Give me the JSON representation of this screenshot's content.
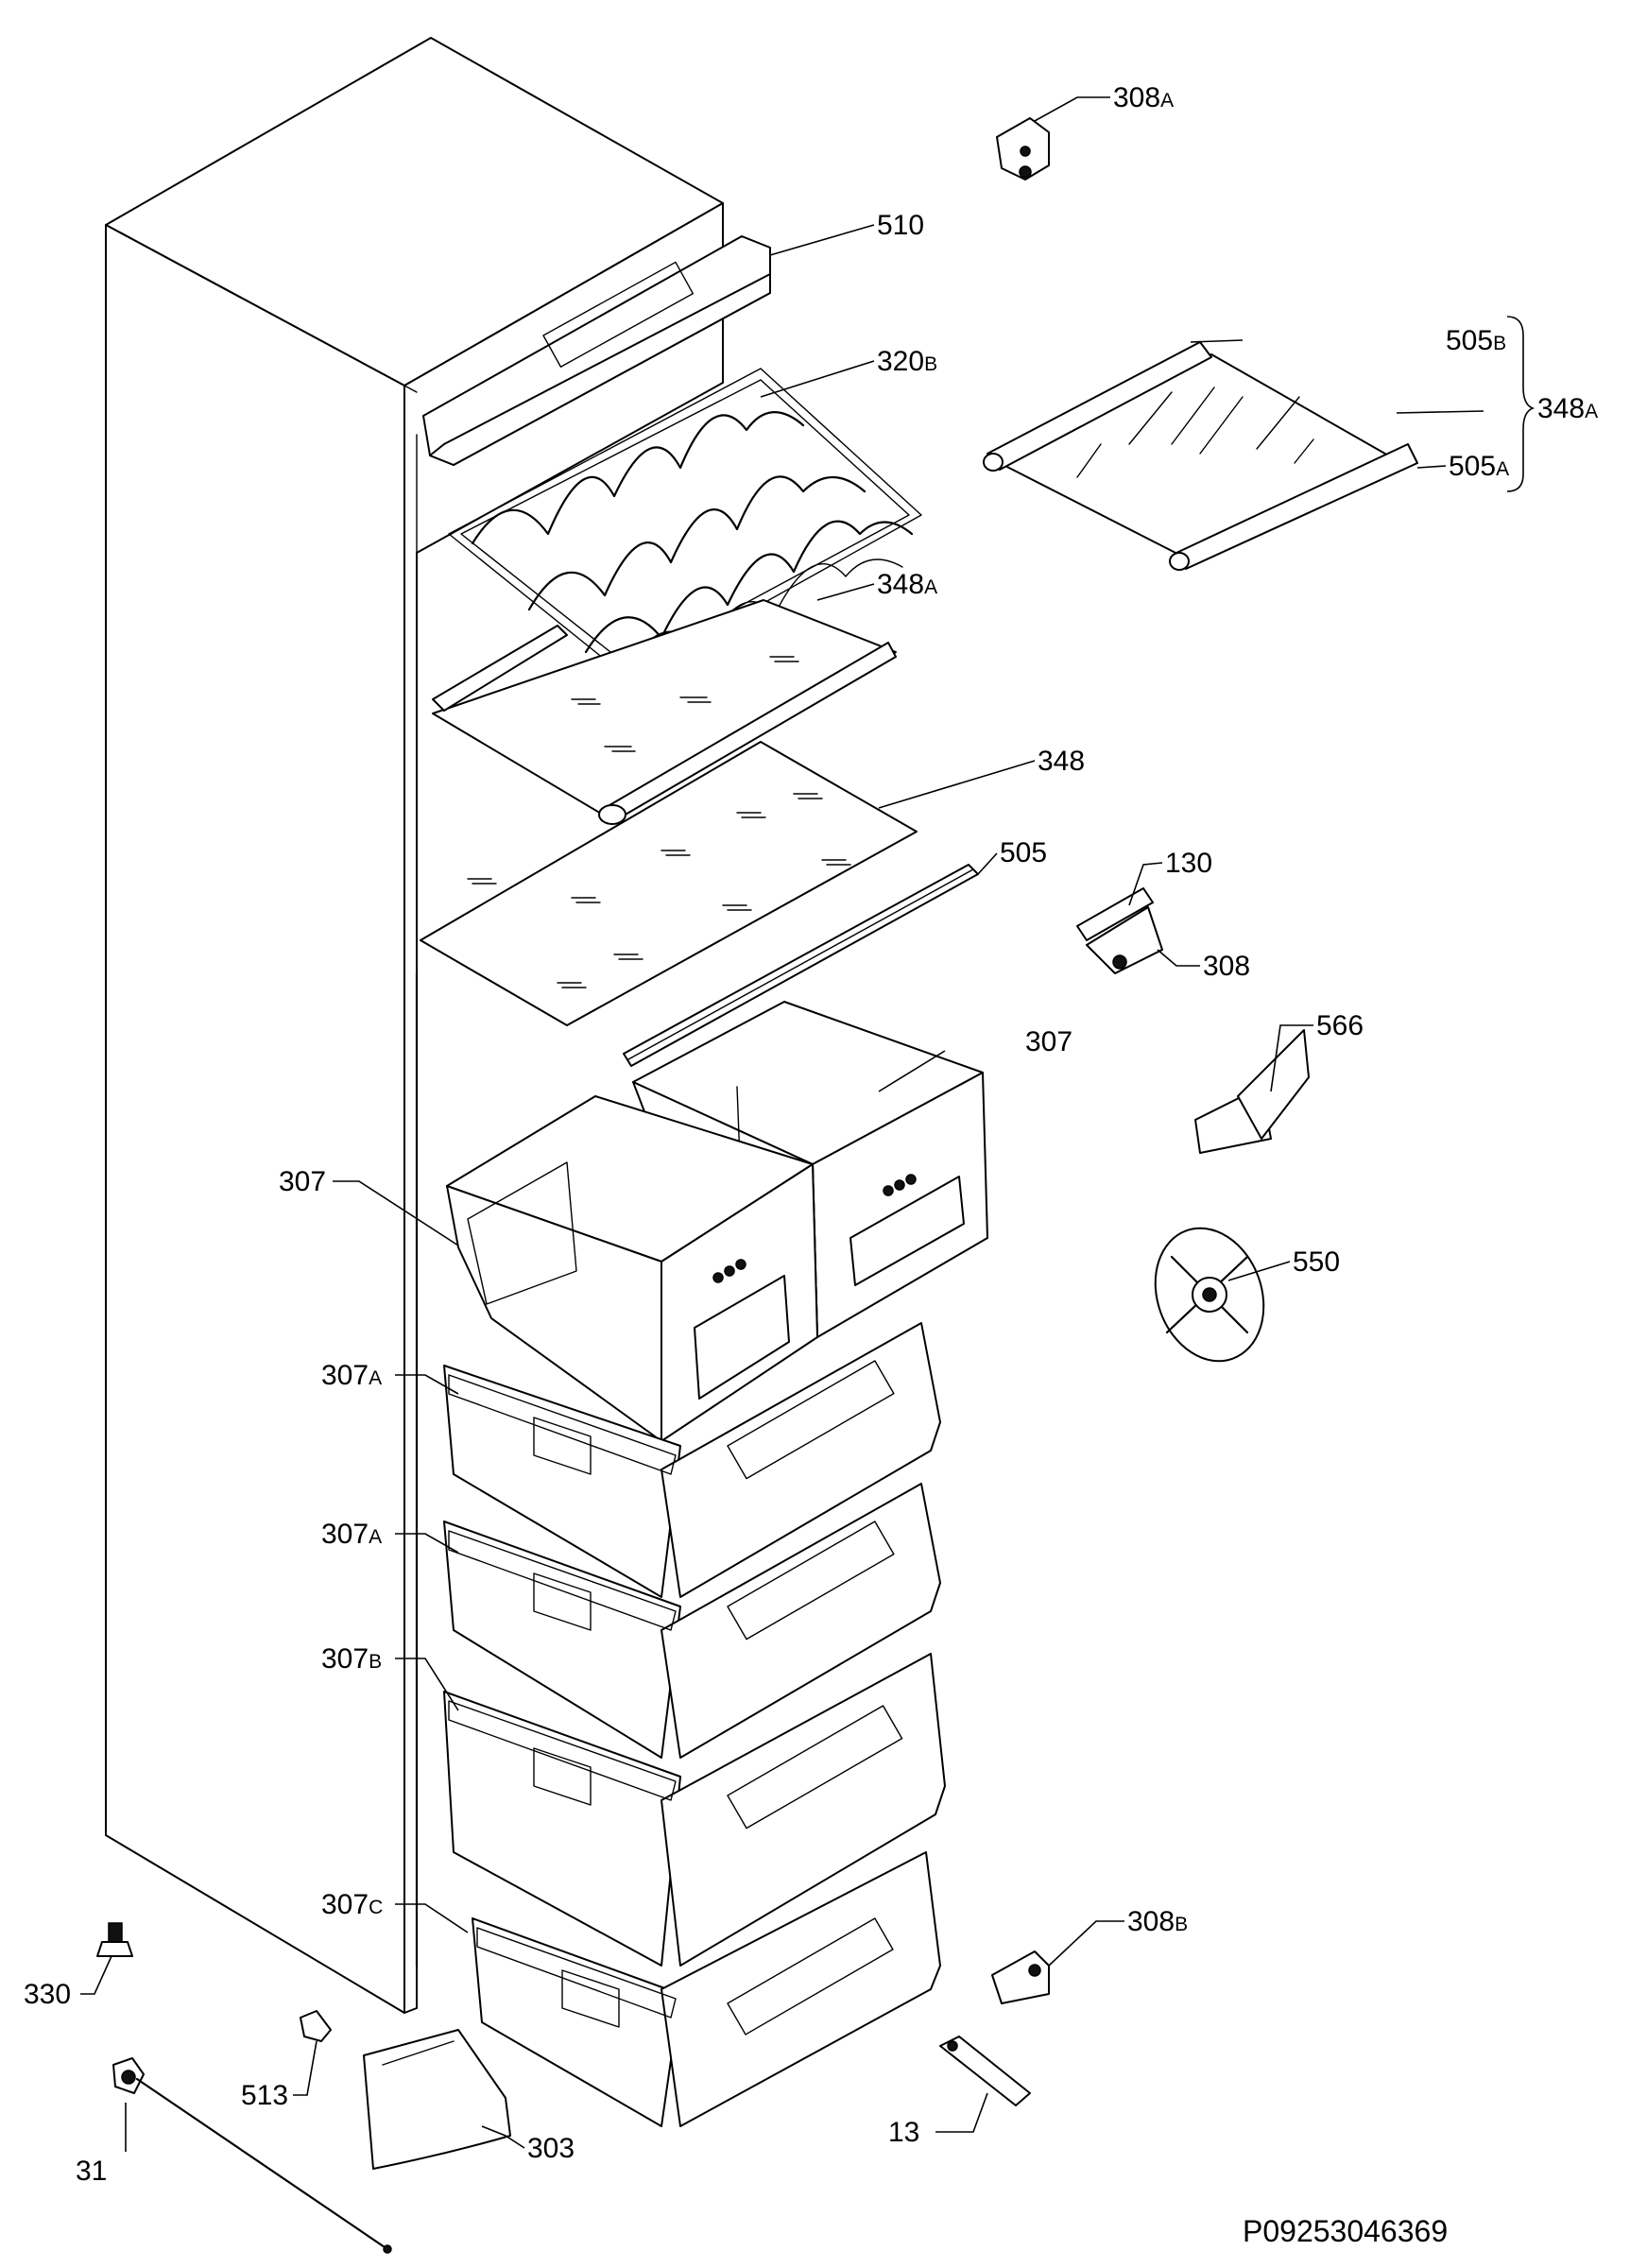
{
  "labels": {
    "l308a": {
      "num": "308",
      "suf": "A"
    },
    "l510": {
      "num": "510",
      "suf": ""
    },
    "l320b": {
      "num": "320",
      "suf": "B"
    },
    "l348a_mid": {
      "num": "348",
      "suf": "A"
    },
    "l348": {
      "num": "348",
      "suf": ""
    },
    "l505": {
      "num": "505",
      "suf": ""
    },
    "l505b": {
      "num": "505",
      "suf": "B"
    },
    "l348a_right": {
      "num": "348",
      "suf": "A"
    },
    "l505a": {
      "num": "505",
      "suf": "A"
    },
    "l130": {
      "num": "130",
      "suf": ""
    },
    "l308": {
      "num": "308",
      "suf": ""
    },
    "l566": {
      "num": "566",
      "suf": ""
    },
    "l307_right": {
      "num": "307",
      "suf": ""
    },
    "l307_left": {
      "num": "307",
      "suf": ""
    },
    "l550": {
      "num": "550",
      "suf": ""
    },
    "l307a_1": {
      "num": "307",
      "suf": "A"
    },
    "l307a_2": {
      "num": "307",
      "suf": "A"
    },
    "l307b": {
      "num": "307",
      "suf": "B"
    },
    "l307c": {
      "num": "307",
      "suf": "C"
    },
    "l308b": {
      "num": "308",
      "suf": "B"
    },
    "l330": {
      "num": "330",
      "suf": ""
    },
    "l513": {
      "num": "513",
      "suf": ""
    },
    "l303": {
      "num": "303",
      "suf": ""
    },
    "l31": {
      "num": "31",
      "suf": ""
    },
    "l13": {
      "num": "13",
      "suf": ""
    }
  },
  "reference_code": "P09253046369"
}
